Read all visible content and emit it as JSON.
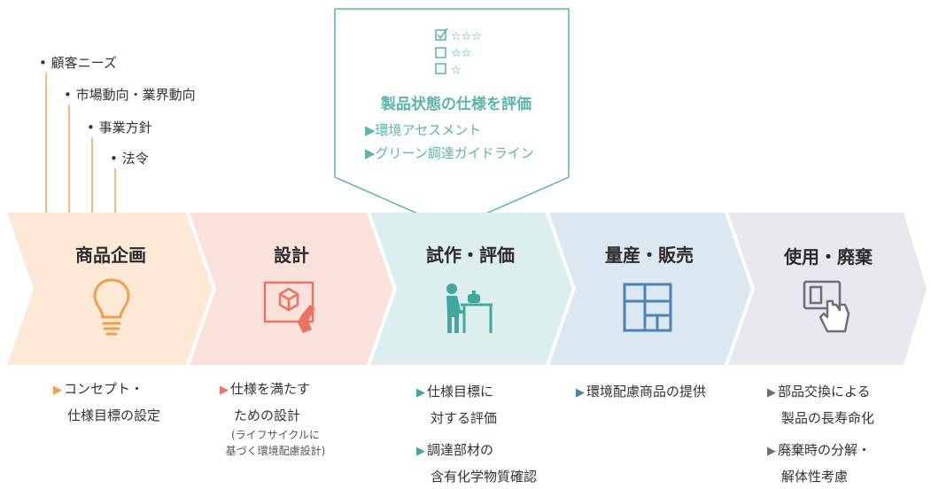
{
  "needs": {
    "items": [
      "• 顧客ニーズ",
      "• 市場動向・業界動向",
      "• 事業方針",
      "• 法令"
    ],
    "line_color": "#f4a261"
  },
  "callout": {
    "title": "製品状態の仕様を評価",
    "items": [
      "▶環境アセスメント",
      "▶グリーン調達ガイドライン"
    ],
    "checklist_icon": "checklist-stars-icon",
    "color": "#5bb5aa"
  },
  "stages": [
    {
      "title": "商品企画",
      "color": "#fde9d6",
      "icon": "lightbulb-icon",
      "icon_color": "#f0a04b",
      "desc": [
        [
          "▶",
          "コンセプト・"
        ],
        [
          "",
          "仕様目標の設定"
        ]
      ],
      "note": []
    },
    {
      "title": "設計",
      "color": "#fbe1dc",
      "icon": "design-drawing-icon",
      "icon_color": "#e87563",
      "desc": [
        [
          "▶",
          "仕様を満たす"
        ],
        [
          "",
          "ための設計"
        ]
      ],
      "note": [
        "(ライフサイクルに",
        "基づく環境配慮設計)"
      ]
    },
    {
      "title": "試作・評価",
      "color": "#dcefee",
      "icon": "prototype-test-icon",
      "icon_color": "#3fa9a0",
      "desc": [
        [
          "▶",
          "仕様目標に"
        ],
        [
          "",
          "対する評価"
        ],
        [
          "▶",
          "調達部材の"
        ],
        [
          "",
          "含有化学物質確認"
        ]
      ],
      "note": []
    },
    {
      "title": "量産・販売",
      "color": "#dce8f1",
      "icon": "production-layout-icon",
      "icon_color": "#4a83b4",
      "desc": [
        [
          "▶",
          "環境配慮商品の提供"
        ]
      ],
      "note": []
    },
    {
      "title": "使用・廃棄",
      "color": "#e7e9ef",
      "icon": "hand-touch-device-icon",
      "icon_color": "#6c6f7a",
      "desc": [
        [
          "▶",
          "部品交換による"
        ],
        [
          "",
          "製品の長寿命化"
        ],
        [
          "▶",
          "廃棄時の分解・"
        ],
        [
          "",
          "解体性考慮"
        ]
      ],
      "note": []
    }
  ]
}
